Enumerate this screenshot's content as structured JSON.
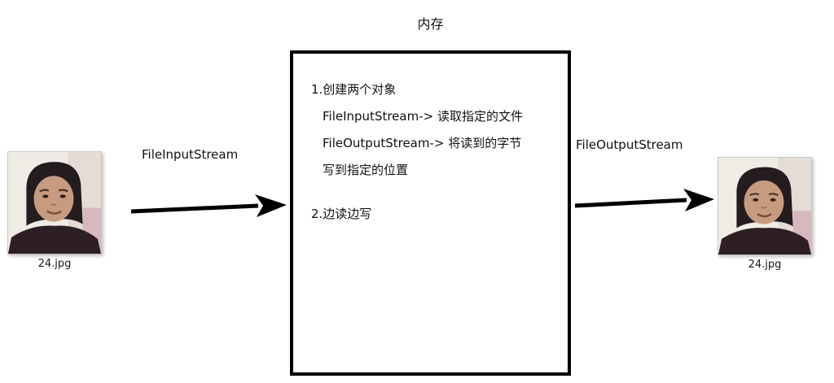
{
  "memory": {
    "title": "内存",
    "box_lines": [
      "1.创建两个对象",
      "FileInputStream-> 读取指定的文件",
      "FileOutputStream-> 将读到的字节",
      "写到指定的位置",
      "2.边读边写"
    ]
  },
  "arrows": {
    "input": {
      "label": "FileInputStream",
      "direction": "right"
    },
    "output": {
      "label": "FileOutputStream",
      "direction": "right"
    }
  },
  "files": {
    "source": {
      "caption": "24.jpg",
      "image": "portrait-photo"
    },
    "target": {
      "caption": "24.jpg",
      "image": "portrait-photo"
    }
  },
  "colors": {
    "stroke": "#000000",
    "background": "#ffffff",
    "text": "#1a1a1a",
    "photo_border": "#c9c9c9"
  }
}
